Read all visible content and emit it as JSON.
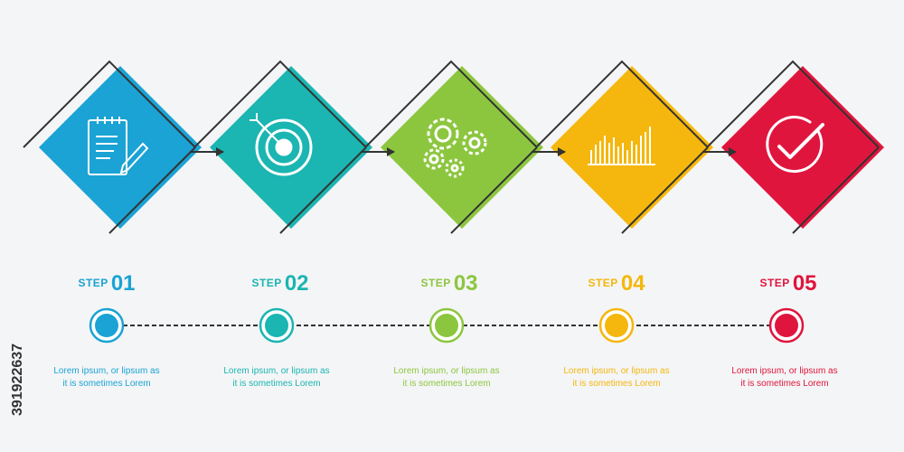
{
  "steps": [
    {
      "word": "STEP",
      "number": "01",
      "color": "#1aa3d4",
      "icon": "notepad-pencil-icon",
      "desc_line1": "Lorem ipsum, or lipsum as",
      "desc_line2": "it is sometimes Lorem"
    },
    {
      "word": "STEP",
      "number": "02",
      "color": "#1bb5b2",
      "icon": "target-arrow-icon",
      "desc_line1": "Lorem ipsum, or lipsum as",
      "desc_line2": "it is sometimes Lorem"
    },
    {
      "word": "STEP",
      "number": "03",
      "color": "#8cc63f",
      "icon": "gears-icon",
      "desc_line1": "Lorem ipsum, or lipsum as",
      "desc_line2": "it is sometimes Lorem"
    },
    {
      "word": "STEP",
      "number": "04",
      "color": "#f5b70d",
      "icon": "bar-chart-icon",
      "desc_line1": "Lorem ipsum, or lipsum as",
      "desc_line2": "it is sometimes Lorem"
    },
    {
      "word": "STEP",
      "number": "05",
      "color": "#e0153d",
      "icon": "check-circle-icon",
      "desc_line1": "Lorem ipsum, or lipsum as",
      "desc_line2": "it is sometimes Lorem"
    }
  ],
  "colors": {
    "outline": "#333333",
    "background": "#f4f5f6"
  },
  "stock_id": "391922637"
}
